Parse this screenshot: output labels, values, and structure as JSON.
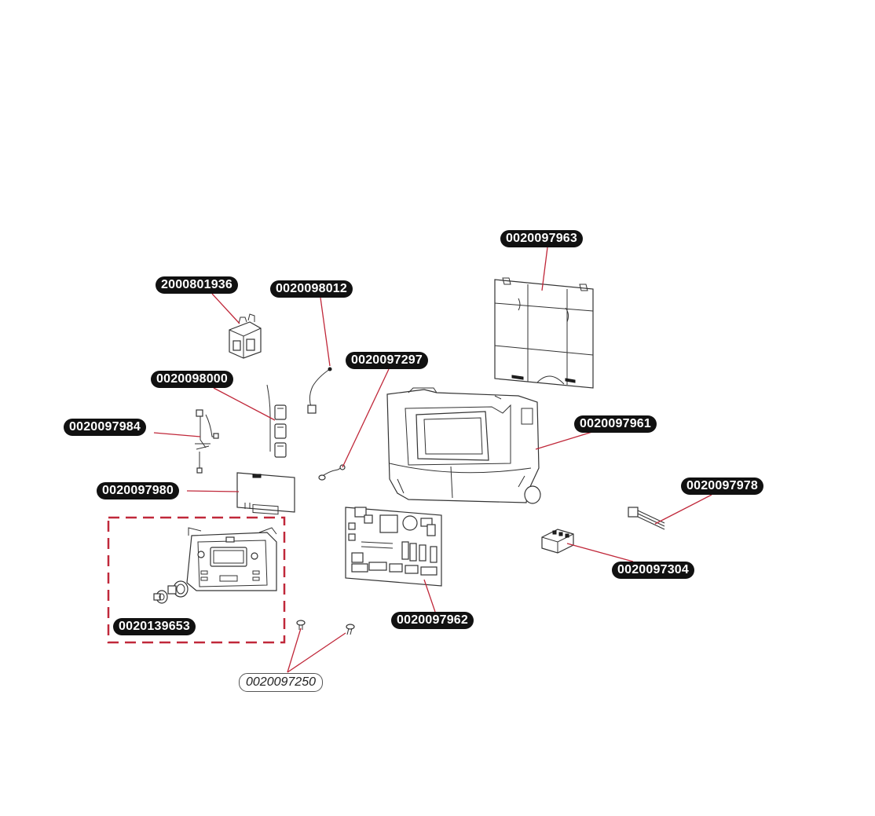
{
  "diagram": {
    "accent_color": "#c0283a",
    "label_color": "#111111",
    "parts": [
      {
        "id": "p1",
        "part_number": "2000801936"
      },
      {
        "id": "p2",
        "part_number": "0020098012"
      },
      {
        "id": "p3",
        "part_number": "0020097963"
      },
      {
        "id": "p4",
        "part_number": "0020097297"
      },
      {
        "id": "p5",
        "part_number": "0020098000"
      },
      {
        "id": "p6",
        "part_number": "0020097984"
      },
      {
        "id": "p7",
        "part_number": "0020097961"
      },
      {
        "id": "p8",
        "part_number": "0020097980"
      },
      {
        "id": "p9",
        "part_number": "0020097978"
      },
      {
        "id": "p10",
        "part_number": "0020097304"
      },
      {
        "id": "p11",
        "part_number": "0020139653"
      },
      {
        "id": "p12",
        "part_number": "0020097962"
      },
      {
        "id": "p13",
        "part_number": "0020097250"
      }
    ]
  }
}
